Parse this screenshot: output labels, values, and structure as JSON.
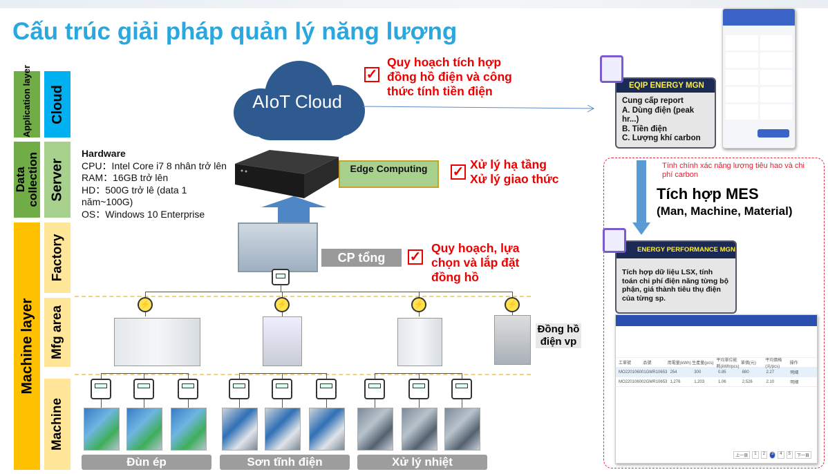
{
  "title": "Cấu trúc giải pháp quản lý năng lượng",
  "layers": {
    "application": "Application layer",
    "cloud": "Cloud",
    "data_collection": "Data collection",
    "server": "Server",
    "machine_layer": "Machine layer",
    "factory": "Factory",
    "mfg_area": "Mfg area",
    "machine": "Machine"
  },
  "hardware": {
    "heading": "Hardware",
    "lines": [
      "CPU：Intel Core i7 8 nhân trở lên",
      "RAM：16GB trở lên",
      "HD：500G trở lê (data 1",
      "năm~100G)",
      "OS：Windows 10 Enterprise"
    ]
  },
  "cloud_label": "AIoT Cloud",
  "edge_label": "Edge Computing",
  "cp_label": "CP tổng",
  "office_meter": "Đồng hồ điện vp",
  "notes": {
    "cloud": [
      "Quy hoạch tích hợp",
      "đồng hồ điện và công",
      "thức tính tiền điện"
    ],
    "edge": [
      "Xử lý hạ tầng",
      "Xử lý giao thức"
    ],
    "cp": [
      "Quy hoạch, lựa",
      "chọn và lắp đặt",
      "đồng hồ"
    ]
  },
  "groups": [
    "Đùn ép",
    "Sơn tĩnh điện",
    "Xử lý nhiệt"
  ],
  "eqip": {
    "title": "EQIP ENERGY MGN",
    "lines": [
      "Cung cấp report",
      "A. Dùng điện (peak hr...)",
      "B. Tiền điện",
      "C. Lượng khí carbon"
    ]
  },
  "mes": {
    "note": "Tính chính xác năng lượng tiêu hao và chi phí carbon",
    "title": "Tích hợp MES",
    "subtitle": "(Man, Machine, Material)"
  },
  "perf": {
    "title": "ENERGY PERFORMANCE MGN",
    "text": "Tích hợp dữ liệu LSX, tính toán chi phí điện năng từng bộ phận, giá thành tiêu thụ điện của từng sp."
  },
  "table": {
    "columns": [
      "工單號",
      "品號",
      "用電量(kWh)",
      "生產量(pcs)",
      "平均單位能耗(kWh/pcs)",
      "單價(元)",
      "平均價格(元/pcs)",
      "操作"
    ],
    "rows": [
      [
        "MO220106001",
        "GMR10653",
        "254",
        "300",
        "0.85",
        "880",
        "2.27",
        "明細"
      ],
      [
        "MO220106002",
        "GMR10653",
        "1,276",
        "1,203",
        "1.06",
        "2,526",
        "2.10",
        "明細"
      ]
    ],
    "pagination": [
      "上一頁",
      "1",
      "2",
      "3",
      "4",
      "5",
      "下一頁"
    ]
  },
  "colors": {
    "title": "#2aa7df",
    "green": "#70ad47",
    "lightgreen": "#a9d18e",
    "blue": "#00b0f0",
    "yellow": "#ffc000",
    "lightyellow": "#ffe699",
    "red": "#ee0000"
  }
}
